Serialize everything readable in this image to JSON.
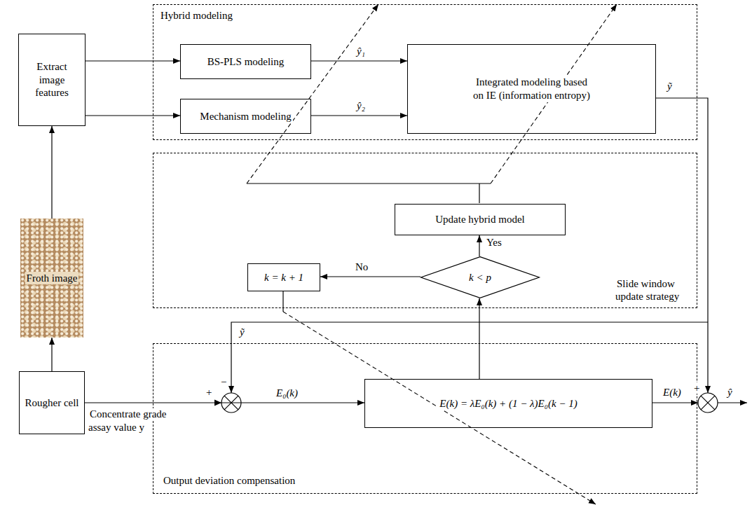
{
  "diagram": {
    "nodes": [
      {
        "text": [
          "Hybrid modeling"
        ]
      },
      {
        "text": [
          "BS-PLS modeling"
        ],
        "in": 0
      },
      {
        "text": [
          "Mechanism modeling"
        ],
        "in": 0
      },
      {
        "text": [
          "Integrated modeling based on IE (information entropy)"
        ],
        "in": 0
      },
      {
        "text": [
          "Extract image features"
        ]
      },
      {
        "text": [
          "Froth image"
        ]
      },
      {
        "text": [
          "Slide window update strategy"
        ]
      },
      {
        "text": [
          "Update hybrid model"
        ],
        "in": 6
      },
      {
        "text": [
          "k < p"
        ],
        "in": 6
      },
      {
        "text": [
          "k = k + 1"
        ],
        "in": 6
      },
      {
        "text": [
          "Rougher cell"
        ]
      },
      {
        "text": [
          "Output deviation compensation"
        ]
      },
      {
        "text": [
          "E(k) = λE₀(k) + (1 − λ)E₀(k − 1)"
        ],
        "in": 11
      }
    ],
    "edges": [
      {
        "from": 4,
        "to": 1,
        "arrow": "to"
      },
      {
        "from": 4,
        "to": 2,
        "arrow": "to"
      },
      {
        "from": 1,
        "to": 3,
        "arrow": "to",
        "label": "ŷ₁"
      },
      {
        "from": 2,
        "to": 3,
        "arrow": "to",
        "label": "ŷ₂"
      },
      {
        "from": 10,
        "to": 5,
        "arrow": "to"
      },
      {
        "from": 5,
        "to": 4,
        "arrow": "to"
      },
      {
        "from": 10,
        "to": 12,
        "arrow": "to",
        "label": "E₀(k)"
      },
      {
        "from": 12,
        "to": 8,
        "arrow": "to"
      },
      {
        "from": 8,
        "to": 7,
        "arrow": "to",
        "label": "Yes"
      },
      {
        "from": 8,
        "to": 9,
        "arrow": "to",
        "label": "No"
      }
    ],
    "labels": [
      "ỹ",
      "ỹ",
      "−",
      "+",
      "+",
      "E(k)",
      "ŷ",
      "Concentrate grade assay value y"
    ]
  }
}
